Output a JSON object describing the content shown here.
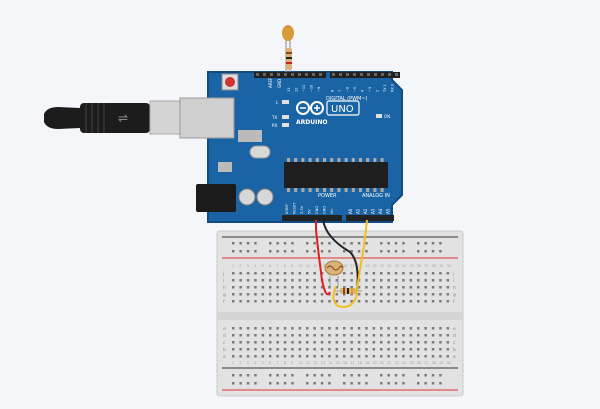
{
  "board": {
    "brand": "ARDUINO",
    "model": "UNO",
    "digital_label": "DIGITAL (PWM~)",
    "analog_label": "ANALOG IN",
    "power_label": "POWER",
    "on_label": "ON",
    "led_l": "L",
    "led_tx": "TX",
    "led_rx": "RX",
    "aref": "AREF",
    "gnd": "GND",
    "digital_pins": [
      "13",
      "12",
      "~11",
      "~10",
      "~9",
      "8",
      "7",
      "~6",
      "~5",
      "4",
      "~3",
      "2",
      "TX 1",
      "RX 0"
    ],
    "power_pins": [
      "IOREF",
      "RESET",
      "3.3V",
      "5V",
      "GND",
      "GND",
      "Vin"
    ],
    "analog_pins": [
      "A0",
      "A1",
      "A2",
      "A3",
      "A4",
      "A5"
    ]
  },
  "breadboard": {
    "row_letters_top": [
      "j",
      "i",
      "h",
      "g",
      "f"
    ],
    "row_letters_bottom": [
      "e",
      "d",
      "c",
      "b",
      "a"
    ],
    "columns": 30
  },
  "colors": {
    "board": "#1a63a5",
    "board_edge": "#114b80",
    "header": "#222222",
    "chip": "#1e1e1e",
    "red_wire": "#e02020",
    "black_wire": "#222222",
    "yellow_wire": "#f0c020",
    "breadboard": "#e2e2e2",
    "rail_red": "#d33",
    "rail_blue": "#4a6fb5",
    "usb_cable": "#1c1c1c",
    "usb_plug": "#c9c9c9"
  }
}
